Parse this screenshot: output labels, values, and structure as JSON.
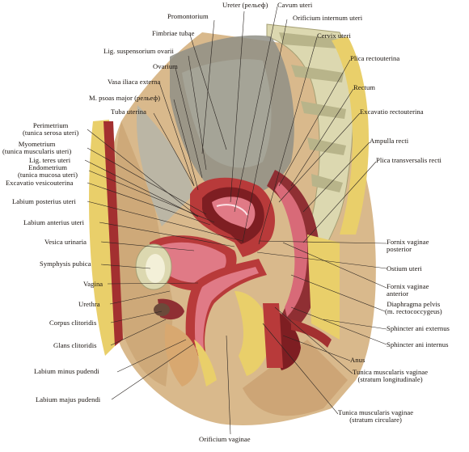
{
  "colors": {
    "background": "#ffffff",
    "skin": "#d9b98c",
    "skin_shadow": "#b8925f",
    "muscle": "#b83a3a",
    "muscle_dark": "#7e1e22",
    "mucosa": "#e07a86",
    "fat": "#e9cf6a",
    "bone": "#dcd8b0",
    "peritoneum": "#8f8f86",
    "leader_line": "#2a2420"
  },
  "labels": {
    "ureter": "Ureter (рельеф)",
    "cavum_uteri": "Cavum uteri",
    "promontorium": "Promontorium",
    "orificium_internum_uteri": "Orificium internum uteri",
    "cervix_uteri": "Cervix uteri",
    "fimbriae_tubae": "Fimbriae tubae",
    "lig_suspensorium_ovarii": "Lig. suspensorium ovarii",
    "plica_rectouterina": "Plica rectouterina",
    "ovarium": "Ovarium",
    "vasa_iliaca_externa": "Vasa iliaca externa",
    "rectum": "Rectum",
    "m_psoas_major": "M. psoas major (рельеф)",
    "excavatio_rectouterina": "Excavatio rectouterina",
    "tuba_uterina": "Tuba uterina",
    "perimetrium": "Perimetrium",
    "perimetrium_sub": "(tunica serosa uteri)",
    "ampulla_recti": "Ampulla recti",
    "myometrium": "Myometrium",
    "myometrium_sub": "(tunica muscularis uteri)",
    "lig_teres_uteri": "Lig. teres uteri",
    "plica_transversalis_recti": "Plica transversalis recti",
    "endometrium": "Endometrium",
    "endometrium_sub": "(tunica mucosa uteri)",
    "excavatio_vesicouterina": "Excavatio vesicouterina",
    "labium_posterius_uteri": "Labium posterius uteri",
    "labium_anterius_uteri": "Labium anterius uteri",
    "vesica_urinaria": "Vesica urinaria",
    "fornix_vaginae_posterior_1": "Fornix vaginae",
    "fornix_vaginae_posterior_2": "posterior",
    "symphysis_pubica": "Symphysis pubica",
    "ostium_uteri": "Ostium uteri",
    "vagina": "Vagina",
    "fornix_vaginae_anterior_1": "Fornix vaginae",
    "fornix_vaginae_anterior_2": "anterior",
    "urethra": "Urethra",
    "diaphragma_pelvis_1": "Diaphragma pelvis",
    "diaphragma_pelvis_2": "(m. rectococcygeus)",
    "corpus_clitoridis": "Corpus clitoridis",
    "sphincter_ani_externus": "Sphincter ani externus",
    "glans_clitoridis": "Glans clitoridis",
    "sphincter_ani_internus": "Sphincter ani internus",
    "labium_minus_pudendi": "Labium minus pudendi",
    "anus": "Anus",
    "tunica_musc_vag_long_1": "Tunica muscularis vaginae",
    "tunica_musc_vag_long_2": "(stratum longitudinale)",
    "labium_majus_pudendi": "Labium majus pudendi",
    "tunica_musc_vag_circ_1": "Tunica muscularis vaginae",
    "tunica_musc_vag_circ_2": "(stratum circulare)",
    "orificium_vaginae": "Orificium vaginae"
  }
}
